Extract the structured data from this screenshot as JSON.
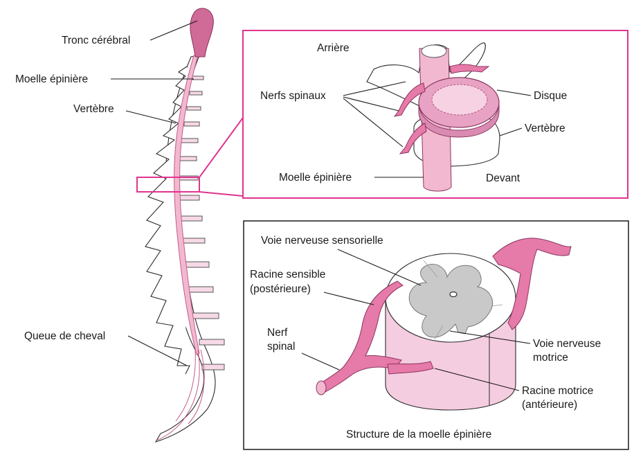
{
  "spine": {
    "labels": {
      "brainstem": "Tronc cérébral",
      "spinal_cord": "Moelle épinière",
      "vertebra": "Vertèbre",
      "cauda_equina": "Queue de cheval"
    }
  },
  "vertebra_inset": {
    "labels": {
      "back": "Arrière",
      "spinal_nerves": "Nerfs spinaux",
      "disc": "Disque",
      "vertebra": "Vertèbre",
      "spinal_cord": "Moelle épinière",
      "front": "Devant"
    }
  },
  "cord_structure": {
    "labels": {
      "sensory_pathway": "Voie nerveuse sensorielle",
      "sensory_root_line1": "Racine sensible",
      "sensory_root_line2": "(postérieure)",
      "spinal_nerve_line1": "Nerf",
      "spinal_nerve_line2": "spinal",
      "motor_pathway_line1": "Voie nerveuse",
      "motor_pathway_line2": "motrice",
      "motor_root_line1": "Racine motrice",
      "motor_root_line2": "(antérieure)",
      "caption": "Structure de la moelle épinière"
    }
  },
  "colors": {
    "inset_frame": "#e0338f",
    "cord_pink": "#f2b8d0",
    "nerve_pink": "#e67aa8",
    "brainstem": "#d06a96",
    "disc_pink": "#e8a3c4",
    "gray_matter": "#c9c9c9"
  }
}
